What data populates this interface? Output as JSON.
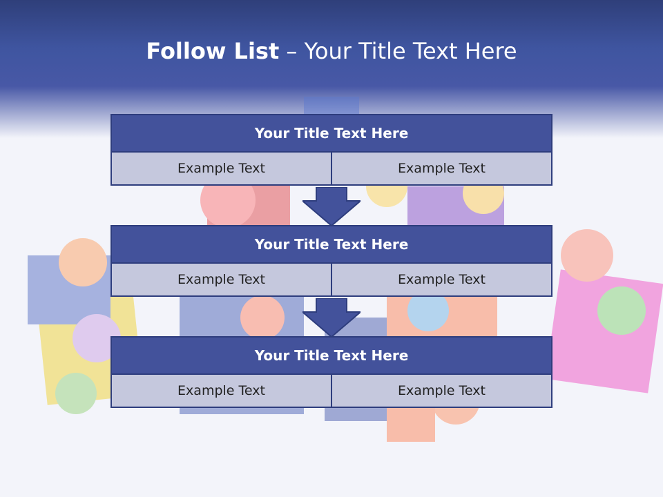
{
  "title": {
    "bold": "Follow List",
    "rest": "– Your Title Text Here"
  },
  "blocks": [
    {
      "title": "Your Title Text Here",
      "left": "Example Text",
      "right": "Example Text"
    },
    {
      "title": "Your Title Text Here",
      "left": "Example Text",
      "right": "Example Text"
    },
    {
      "title": "Your Title Text Here",
      "left": "Example Text",
      "right": "Example Text"
    }
  ],
  "colors": {
    "header": "#43529b",
    "cell": "#c5c8dd",
    "border": "#2e3d7d"
  }
}
